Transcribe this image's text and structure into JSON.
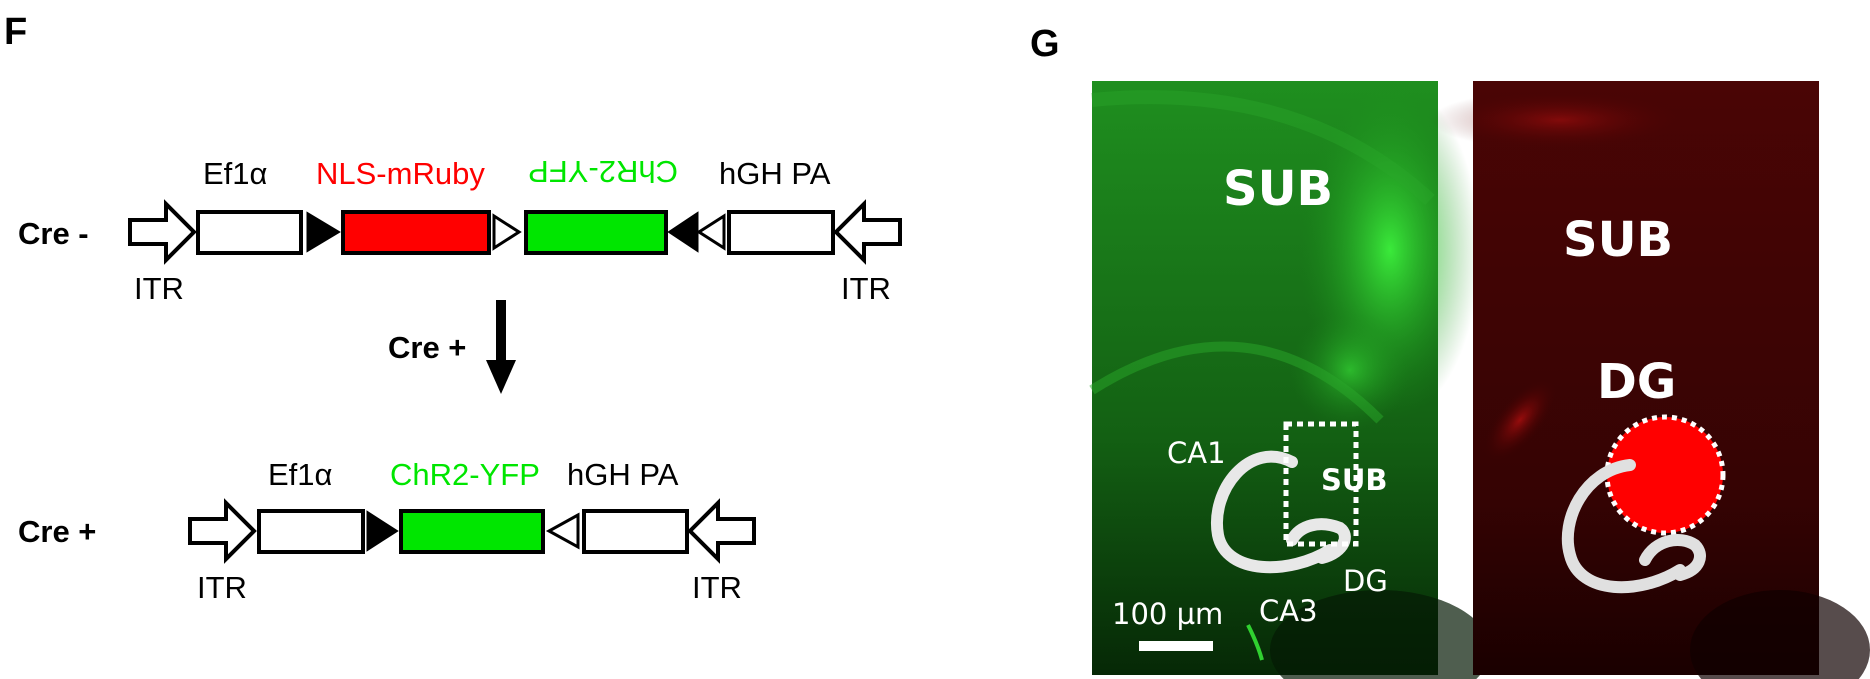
{
  "panel_f": {
    "label": "F",
    "row1": {
      "condition": "Cre -",
      "promoter": "Ef1α",
      "gene1": "NLS-mRuby",
      "gene2_inverted": "ChR2-YFP",
      "polya": "hGH PA",
      "itr_left": "ITR",
      "itr_right": "ITR"
    },
    "transition": "Cre +",
    "row2": {
      "condition": "Cre +",
      "promoter": "Ef1α",
      "gene": "ChR2-YFP",
      "polya": "hGH PA",
      "itr_left": "ITR",
      "itr_right": "ITR"
    },
    "colors": {
      "mruby": "#ff0000",
      "chr2": "#00e600"
    }
  },
  "panel_g": {
    "label": "G",
    "green_image": {
      "region_top": "SUB",
      "ca1": "CA1",
      "sub_small": "SUB",
      "dg": "DG",
      "ca3": "CA3",
      "scale_bar": "100 µm"
    },
    "red_image": {
      "region_top": "SUB",
      "dg": "DG"
    }
  }
}
